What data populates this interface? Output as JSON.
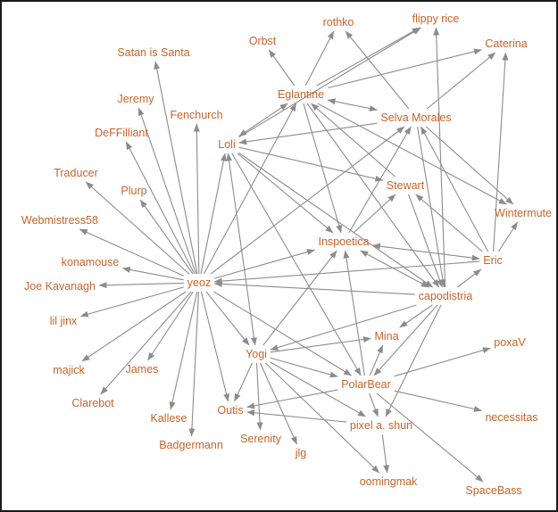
{
  "colors": {
    "label": "#c8642a",
    "edge": "#8c8c8c",
    "border": "#1a1a1a",
    "background": "#ffffff"
  },
  "nodes": [
    {
      "id": "yeoz",
      "label": "yeoz"
    },
    {
      "id": "satan",
      "label": "Satan is Santa"
    },
    {
      "id": "jeremy",
      "label": "Jeremy"
    },
    {
      "id": "fenchurch",
      "label": "Fenchurch"
    },
    {
      "id": "deffilliant",
      "label": "DeFFilliant"
    },
    {
      "id": "traducer",
      "label": "Traducer"
    },
    {
      "id": "plurp",
      "label": "Plurp"
    },
    {
      "id": "webmistress",
      "label": "Webmistress58"
    },
    {
      "id": "konamouse",
      "label": "konamouse"
    },
    {
      "id": "joe",
      "label": "Joe Kavanagh"
    },
    {
      "id": "liljinx",
      "label": "lil jinx"
    },
    {
      "id": "majick",
      "label": "majick"
    },
    {
      "id": "james",
      "label": "James"
    },
    {
      "id": "clarebot",
      "label": "Clarebot"
    },
    {
      "id": "kallese",
      "label": "Kallese"
    },
    {
      "id": "badgermann",
      "label": "Badgermann"
    },
    {
      "id": "outis",
      "label": "Outis"
    },
    {
      "id": "serenity",
      "label": "Serenity"
    },
    {
      "id": "jlg",
      "label": "jlg"
    },
    {
      "id": "yogi",
      "label": "Yogi"
    },
    {
      "id": "loli",
      "label": "Loli"
    },
    {
      "id": "orbst",
      "label": "Orbst"
    },
    {
      "id": "rothko",
      "label": "rothko"
    },
    {
      "id": "eglantine",
      "label": "Eglantine"
    },
    {
      "id": "flippy",
      "label": "flippy rice"
    },
    {
      "id": "caterina",
      "label": "Caterina"
    },
    {
      "id": "selva",
      "label": "Selva Morales"
    },
    {
      "id": "stewart",
      "label": "Stewart"
    },
    {
      "id": "wintermute",
      "label": "Wintermute"
    },
    {
      "id": "inspoetica",
      "label": "Inspoetica"
    },
    {
      "id": "eric",
      "label": "Eric"
    },
    {
      "id": "capodistria",
      "label": "capodistria"
    },
    {
      "id": "mina",
      "label": "Mina"
    },
    {
      "id": "poxav",
      "label": "poxaV"
    },
    {
      "id": "polarbear",
      "label": "PolarBear"
    },
    {
      "id": "necessitas",
      "label": "necessitas"
    },
    {
      "id": "pixel",
      "label": "pixel a. shun"
    },
    {
      "id": "oomingmak",
      "label": "oomingmak"
    },
    {
      "id": "spacebass",
      "label": "SpaceBass"
    }
  ],
  "edges": [
    {
      "from": "yeoz",
      "to": "satan",
      "bi": false
    },
    {
      "from": "yeoz",
      "to": "jeremy",
      "bi": false
    },
    {
      "from": "yeoz",
      "to": "fenchurch",
      "bi": false
    },
    {
      "from": "yeoz",
      "to": "deffilliant",
      "bi": false
    },
    {
      "from": "yeoz",
      "to": "traducer",
      "bi": false
    },
    {
      "from": "yeoz",
      "to": "plurp",
      "bi": false
    },
    {
      "from": "yeoz",
      "to": "webmistress",
      "bi": false
    },
    {
      "from": "yeoz",
      "to": "konamouse",
      "bi": false
    },
    {
      "from": "yeoz",
      "to": "joe",
      "bi": false
    },
    {
      "from": "yeoz",
      "to": "liljinx",
      "bi": false
    },
    {
      "from": "yeoz",
      "to": "majick",
      "bi": false
    },
    {
      "from": "yeoz",
      "to": "james",
      "bi": false
    },
    {
      "from": "yeoz",
      "to": "clarebot",
      "bi": false
    },
    {
      "from": "yeoz",
      "to": "kallese",
      "bi": false
    },
    {
      "from": "yeoz",
      "to": "badgermann",
      "bi": false
    },
    {
      "from": "yeoz",
      "to": "outis",
      "bi": false
    },
    {
      "from": "yeoz",
      "to": "yogi",
      "bi": false
    },
    {
      "from": "yeoz",
      "to": "loli",
      "bi": false
    },
    {
      "from": "yeoz",
      "to": "eglantine",
      "bi": false
    },
    {
      "from": "yeoz",
      "to": "selva",
      "bi": false
    },
    {
      "from": "yeoz",
      "to": "inspoetica",
      "bi": false
    },
    {
      "from": "yeoz",
      "to": "polarbear",
      "bi": false
    },
    {
      "from": "eric",
      "to": "yeoz",
      "bi": false
    },
    {
      "from": "capodistria",
      "to": "yeoz",
      "bi": false
    },
    {
      "from": "eglantine",
      "to": "orbst",
      "bi": false
    },
    {
      "from": "eglantine",
      "to": "rothko",
      "bi": false
    },
    {
      "from": "eglantine",
      "to": "flippy",
      "bi": false
    },
    {
      "from": "eglantine",
      "to": "caterina",
      "bi": false
    },
    {
      "from": "eglantine",
      "to": "selva",
      "bi": true
    },
    {
      "from": "eglantine",
      "to": "loli",
      "bi": true
    },
    {
      "from": "eglantine",
      "to": "wintermute",
      "bi": false
    },
    {
      "from": "eglantine",
      "to": "capodistria",
      "bi": false
    },
    {
      "from": "loli",
      "to": "flippy",
      "bi": false
    },
    {
      "from": "loli",
      "to": "stewart",
      "bi": false
    },
    {
      "from": "loli",
      "to": "inspoetica",
      "bi": false
    },
    {
      "from": "loli",
      "to": "polarbear",
      "bi": false
    },
    {
      "from": "loli",
      "to": "yogi",
      "bi": true
    },
    {
      "from": "loli",
      "to": "capodistria",
      "bi": false
    },
    {
      "from": "selva",
      "to": "loli",
      "bi": false
    },
    {
      "from": "selva",
      "to": "rothko",
      "bi": false
    },
    {
      "from": "selva",
      "to": "caterina",
      "bi": false
    },
    {
      "from": "selva",
      "to": "wintermute",
      "bi": false
    },
    {
      "from": "selva",
      "to": "capodistria",
      "bi": false
    },
    {
      "from": "eglantine",
      "to": "inspoetica",
      "bi": false
    },
    {
      "from": "inspoetica",
      "to": "selva",
      "bi": false
    },
    {
      "from": "inspoetica",
      "to": "stewart",
      "bi": false
    },
    {
      "from": "inspoetica",
      "to": "eric",
      "bi": true
    },
    {
      "from": "inspoetica",
      "to": "capodistria",
      "bi": true
    },
    {
      "from": "stewart",
      "to": "eglantine",
      "bi": false
    },
    {
      "from": "stewart",
      "to": "capodistria",
      "bi": false
    },
    {
      "from": "eric",
      "to": "stewart",
      "bi": false
    },
    {
      "from": "eric",
      "to": "caterina",
      "bi": false
    },
    {
      "from": "eric",
      "to": "wintermute",
      "bi": false
    },
    {
      "from": "eric",
      "to": "selva",
      "bi": false
    },
    {
      "from": "capodistria",
      "to": "flippy",
      "bi": false
    },
    {
      "from": "capodistria",
      "to": "eric",
      "bi": false
    },
    {
      "from": "capodistria",
      "to": "mina",
      "bi": false
    },
    {
      "from": "capodistria",
      "to": "yogi",
      "bi": false
    },
    {
      "from": "capodistria",
      "to": "polarbear",
      "bi": false
    },
    {
      "from": "capodistria",
      "to": "pixel",
      "bi": false
    },
    {
      "from": "yogi",
      "to": "inspoetica",
      "bi": false
    },
    {
      "from": "yogi",
      "to": "mina",
      "bi": false
    },
    {
      "from": "yogi",
      "to": "outis",
      "bi": false
    },
    {
      "from": "yogi",
      "to": "serenity",
      "bi": false
    },
    {
      "from": "yogi",
      "to": "jlg",
      "bi": false
    },
    {
      "from": "yogi",
      "to": "oomingmak",
      "bi": false
    },
    {
      "from": "yogi",
      "to": "pixel",
      "bi": false
    },
    {
      "from": "yogi",
      "to": "polarbear",
      "bi": false
    },
    {
      "from": "polarbear",
      "to": "inspoetica",
      "bi": false
    },
    {
      "from": "polarbear",
      "to": "mina",
      "bi": false
    },
    {
      "from": "polarbear",
      "to": "poxav",
      "bi": false
    },
    {
      "from": "polarbear",
      "to": "necessitas",
      "bi": false
    },
    {
      "from": "polarbear",
      "to": "pixel",
      "bi": false
    },
    {
      "from": "polarbear",
      "to": "spacebass",
      "bi": false
    },
    {
      "from": "polarbear",
      "to": "outis",
      "bi": false
    },
    {
      "from": "pixel",
      "to": "outis",
      "bi": false
    },
    {
      "from": "pixel",
      "to": "oomingmak",
      "bi": false
    }
  ]
}
